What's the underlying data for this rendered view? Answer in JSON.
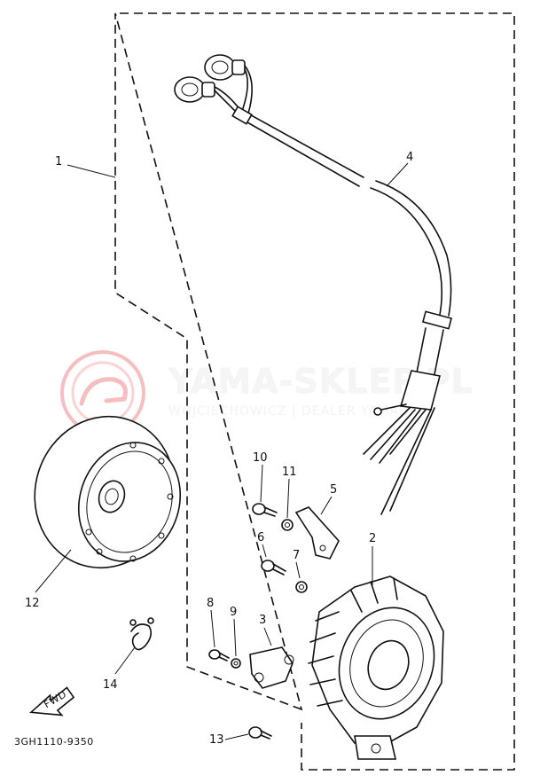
{
  "diagram": {
    "drawing_code": "3GH1110-9350",
    "fwd_label": "FWD",
    "callouts": [
      {
        "id": "1",
        "label": "1"
      },
      {
        "id": "2",
        "label": "2"
      },
      {
        "id": "3",
        "label": "3"
      },
      {
        "id": "4",
        "label": "4"
      },
      {
        "id": "5",
        "label": "5"
      },
      {
        "id": "6",
        "label": "6"
      },
      {
        "id": "7",
        "label": "7"
      },
      {
        "id": "8",
        "label": "8"
      },
      {
        "id": "9",
        "label": "9"
      },
      {
        "id": "10",
        "label": "10"
      },
      {
        "id": "11",
        "label": "11"
      },
      {
        "id": "12",
        "label": "12"
      },
      {
        "id": "13",
        "label": "13"
      },
      {
        "id": "14",
        "label": "14"
      }
    ]
  },
  "watermark": {
    "title": "YAMA-SKLEP.PL",
    "subtitle": "WOJCIECHOWICZ | DEALER YAMAHA",
    "color": "#f2a0a0"
  }
}
